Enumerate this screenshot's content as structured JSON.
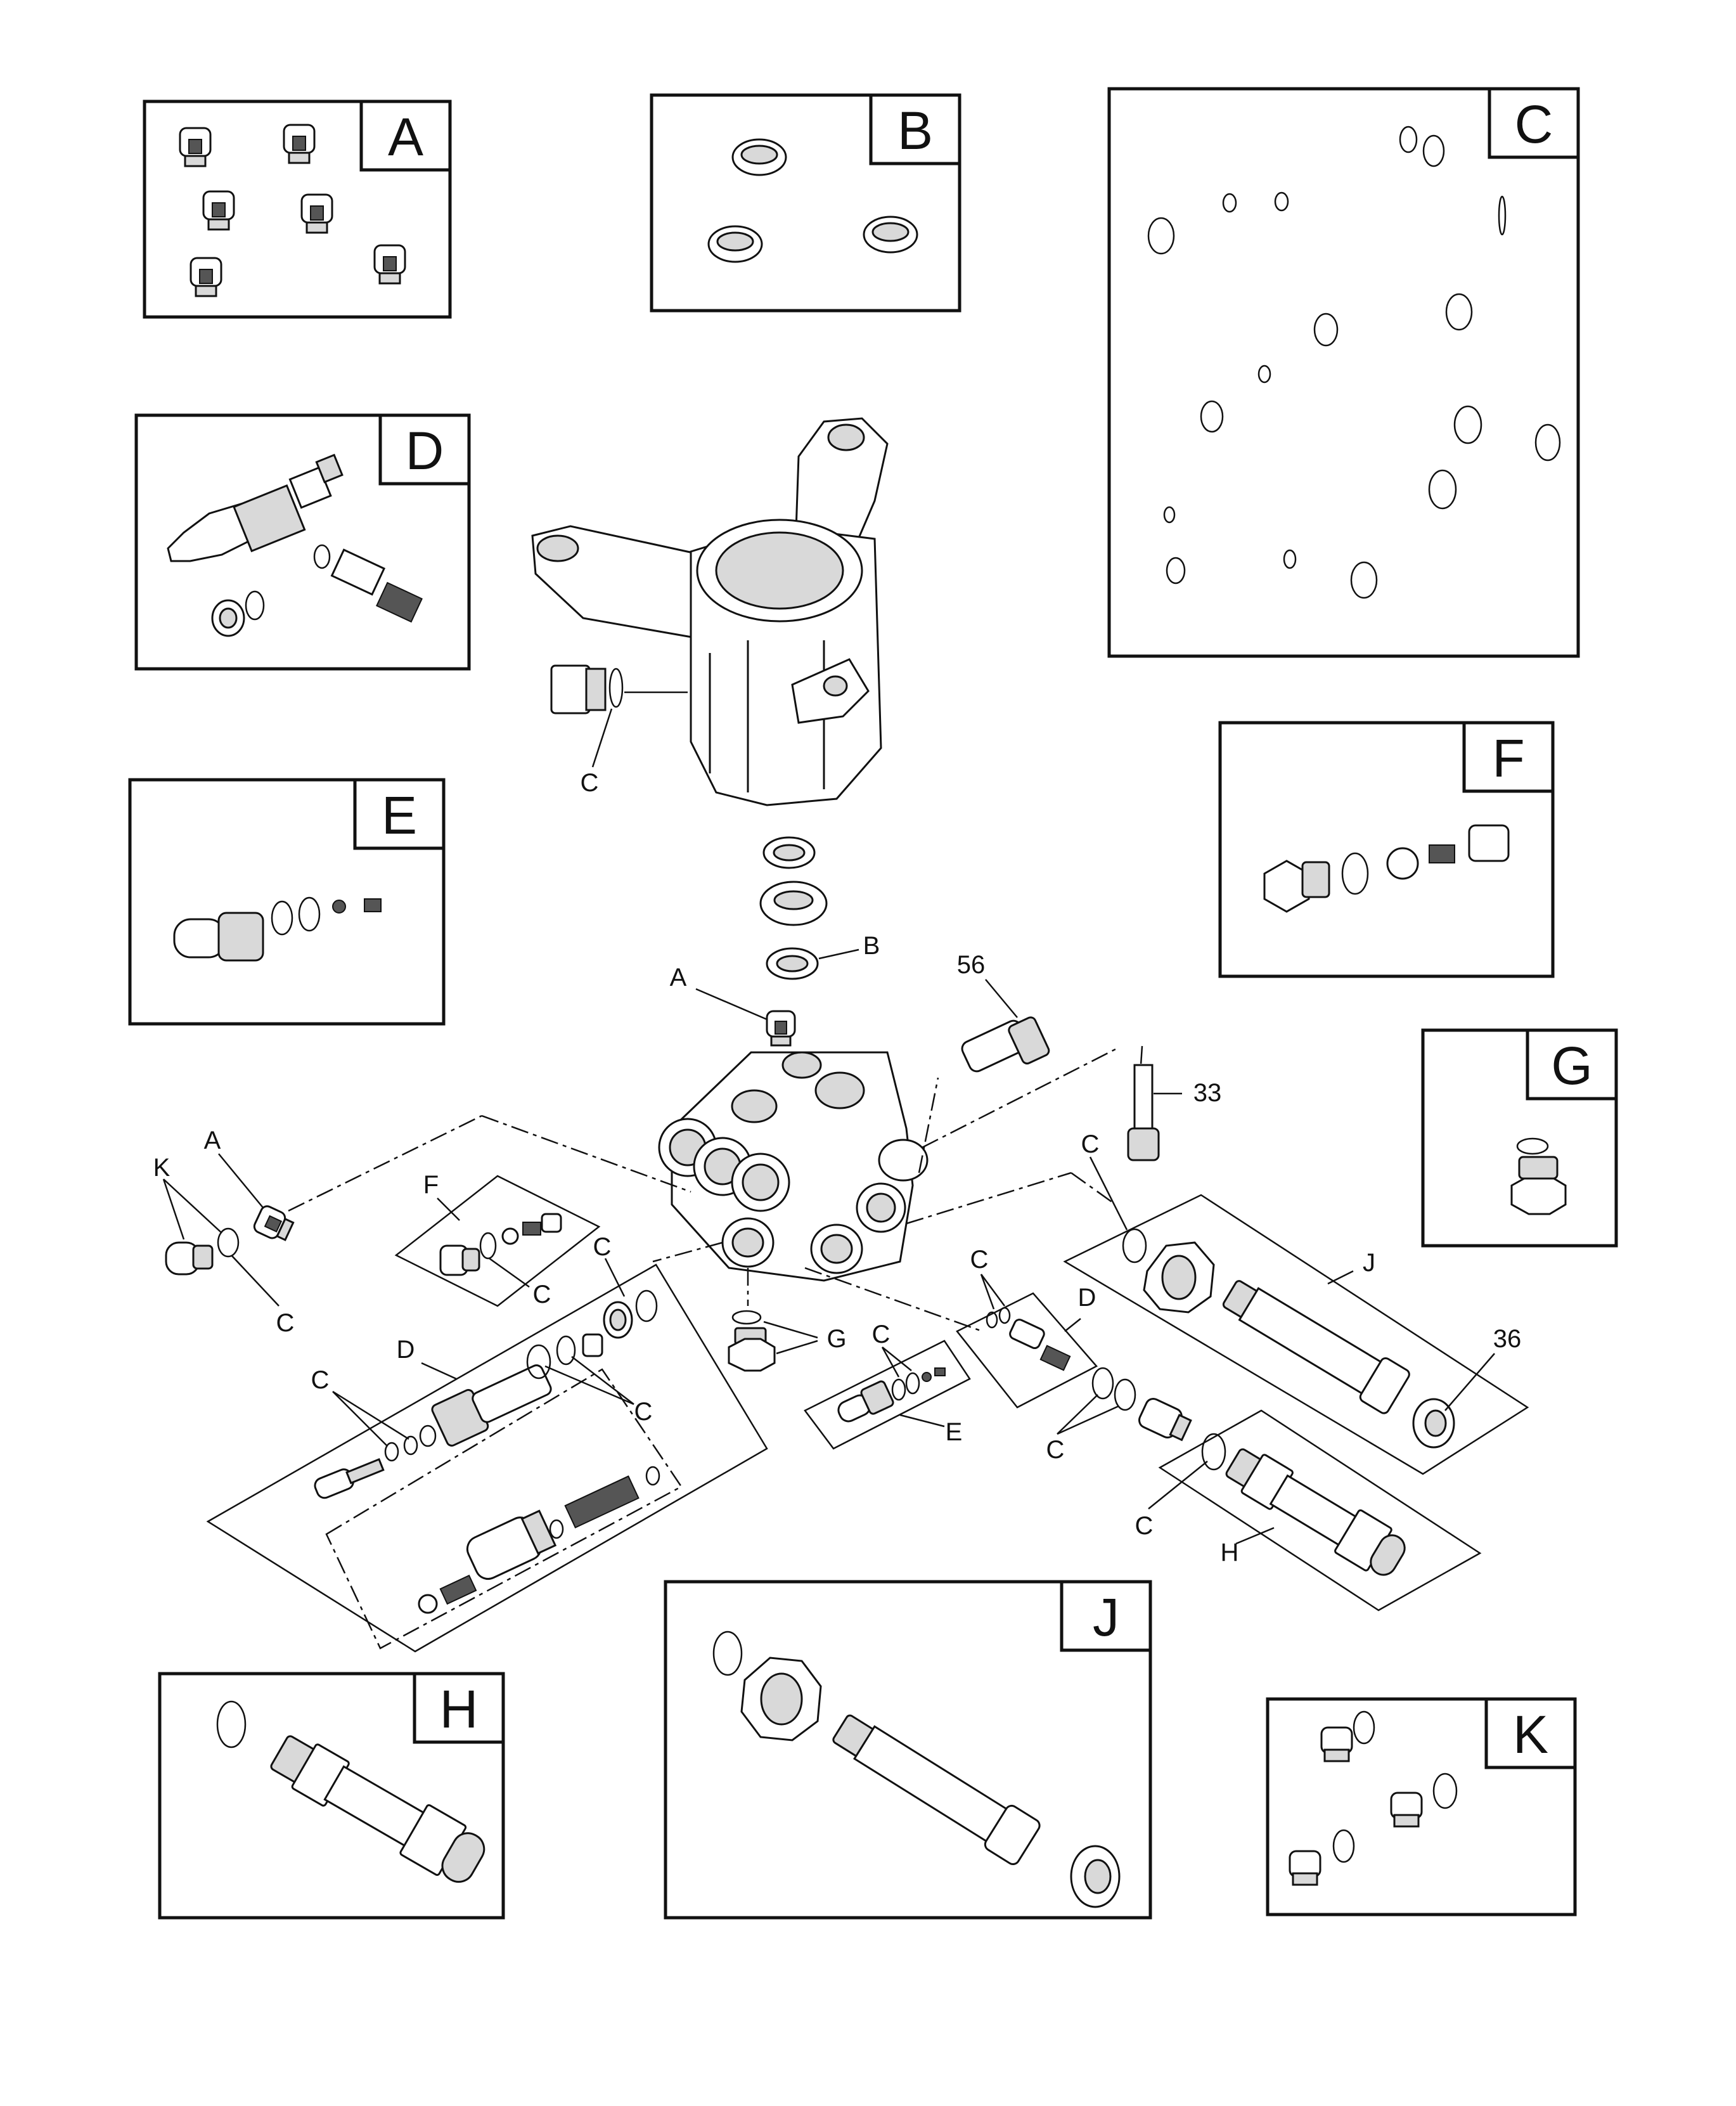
{
  "kits": [
    {
      "id": "A",
      "letter": "A"
    },
    {
      "id": "B",
      "letter": "B"
    },
    {
      "id": "C",
      "letter": "C"
    },
    {
      "id": "D",
      "letter": "D"
    },
    {
      "id": "E",
      "letter": "E"
    },
    {
      "id": "F",
      "letter": "F"
    },
    {
      "id": "G",
      "letter": "G"
    },
    {
      "id": "H",
      "letter": "H"
    },
    {
      "id": "J",
      "letter": "J"
    },
    {
      "id": "K",
      "letter": "K"
    }
  ],
  "callouts": {
    "c_housing": "C",
    "b_main": "B",
    "a_main": "A",
    "n56": "56",
    "n33": "33",
    "n36": "36",
    "a_left": "A",
    "k_left": "K",
    "c_left": "C",
    "f_group": "F",
    "c_f_group": "C",
    "c_d_upper": "C",
    "d_group": "D",
    "c_d_left": "C",
    "c_d_right": "C",
    "g_main": "G",
    "c_e_group": "C",
    "e_group": "E",
    "c_d2": "C",
    "d2_group": "D",
    "c_j_group": "C",
    "j_group": "J",
    "c_lower_right": "C",
    "c_h_group": "C",
    "h_group": "H"
  }
}
